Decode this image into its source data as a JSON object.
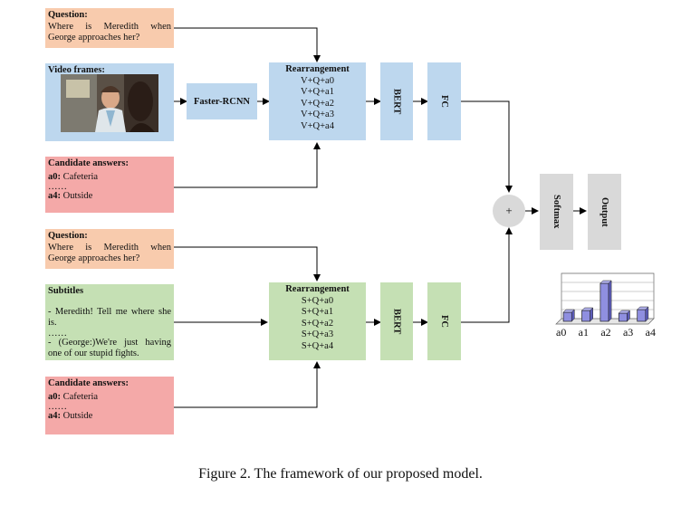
{
  "branch_top": {
    "question": {
      "title": "Question:",
      "text": "Where is Meredith when George approaches her?"
    },
    "video": {
      "title": "Video frames:"
    },
    "faster_rcnn": "Faster-RCNN",
    "rearrangement": {
      "title": "Rearrangement",
      "lines": [
        "V+Q+a0",
        "V+Q+a1",
        "V+Q+a2",
        "V+Q+a3",
        "V+Q+a4"
      ]
    },
    "bert": "BERT",
    "fc": "FC",
    "candidates": {
      "title": "Candidate answers:",
      "a0_label": "a0:",
      "a0_text": " Cafeteria",
      "dots": "……",
      "a4_label": "a4:",
      "a4_text": " Outside"
    }
  },
  "branch_bottom": {
    "question": {
      "title": "Question:",
      "text": "Where is Meredith when George approaches her?"
    },
    "subtitles": {
      "title": "Subtitles",
      "line1": "- Meredith! Tell me where she is.",
      "dots": "……",
      "line2": "- (George:)We're just having one of our stupid fights."
    },
    "rearrangement": {
      "title": "Rearrangement",
      "lines": [
        "S+Q+a0",
        "S+Q+a1",
        "S+Q+a2",
        "S+Q+a3",
        "S+Q+a4"
      ]
    },
    "bert": "BERT",
    "fc": "FC",
    "candidates": {
      "title": "Candidate answers:",
      "a0_label": "a0:",
      "a0_text": " Cafeteria",
      "dots": "……",
      "a4_label": "a4:",
      "a4_text": " Outside"
    }
  },
  "fusion": {
    "plus": "+",
    "softmax": "Softmax",
    "output": "Output"
  },
  "output_chart": {
    "categories": [
      "a0",
      "a1",
      "a2",
      "a3",
      "a4"
    ],
    "values": [
      1,
      1.2,
      4.2,
      0.9,
      1.3
    ]
  },
  "caption": "Figure 2. The framework of our proposed model.",
  "colors": {
    "orange": "#f8cbad",
    "blue": "#bdd7ee",
    "pink": "#f4a9a8",
    "green": "#c5e0b4",
    "gray": "#d9d9d9",
    "bar": "#8f8fe0"
  }
}
